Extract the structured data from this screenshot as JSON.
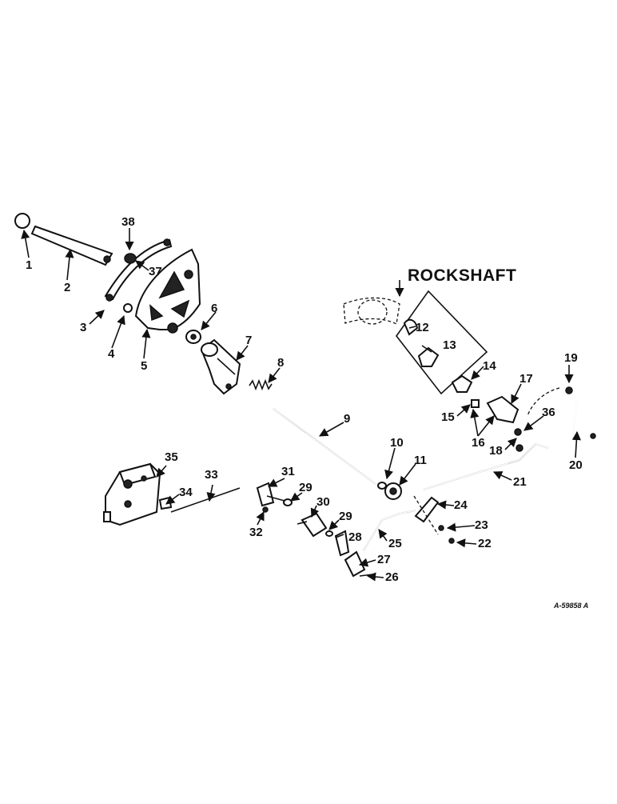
{
  "labels": {
    "rockshaft": "ROCKSHAFT",
    "drawing_number": "A-59858 A",
    "callouts": [
      "1",
      "2",
      "3",
      "4",
      "5",
      "6",
      "7",
      "8",
      "9",
      "10",
      "11",
      "12",
      "13",
      "14",
      "15",
      "16",
      "17",
      "18",
      "19",
      "20",
      "21",
      "22",
      "23",
      "24",
      "25",
      "26",
      "27",
      "28",
      "29",
      "29",
      "30",
      "31",
      "32",
      "33",
      "34",
      "35",
      "36",
      "37",
      "38"
    ]
  }
}
